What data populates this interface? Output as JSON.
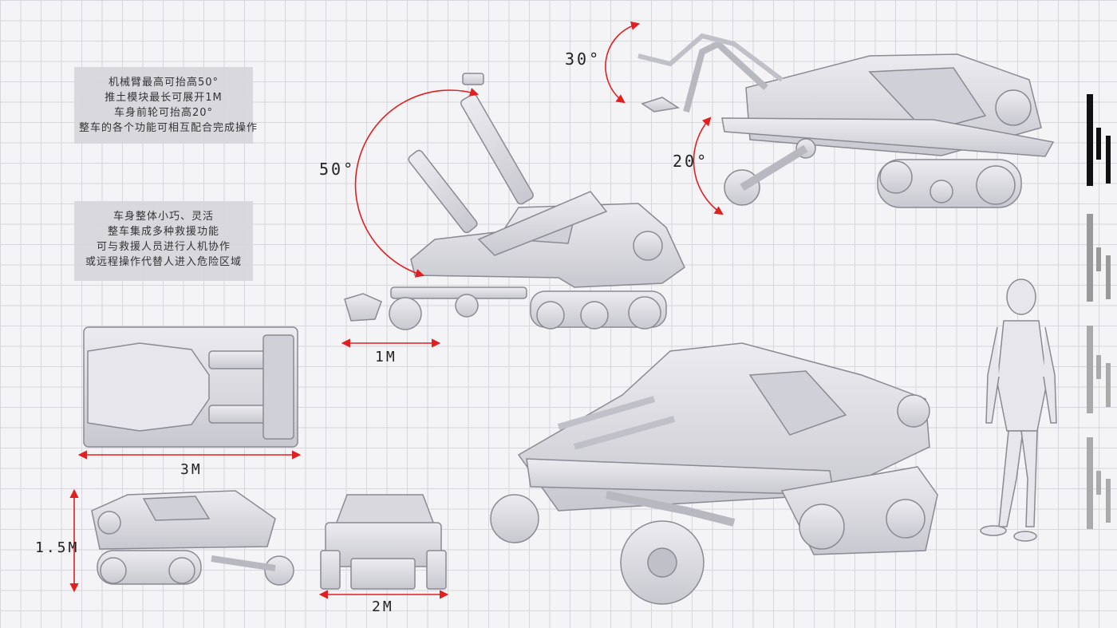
{
  "panels": {
    "specs": {
      "lines": [
        "机械臂最高可抬高50°",
        "推土模块最长可展开1M",
        "车身前轮可抬高20°",
        "整车的各个功能可相互配合完成操作"
      ]
    },
    "features": {
      "lines": [
        "车身整体小巧、灵活",
        "整车集成多种救援功能",
        "可与救援人员进行人机协作",
        "或远程操作代替人进入危险区域"
      ]
    }
  },
  "annotations": {
    "arm_angle": "50°",
    "front_arm_angle": "30°",
    "front_wheel_angle": "20°",
    "dozer_length": "1M",
    "top_view_length": "3M",
    "side_view_height": "1.5M",
    "front_view_width": "2M"
  },
  "colors": {
    "dimension_line": "#e02020",
    "vehicle_body": "#dadae0",
    "vehicle_outline": "#8a8a94",
    "grid": "#d6d6dc"
  }
}
